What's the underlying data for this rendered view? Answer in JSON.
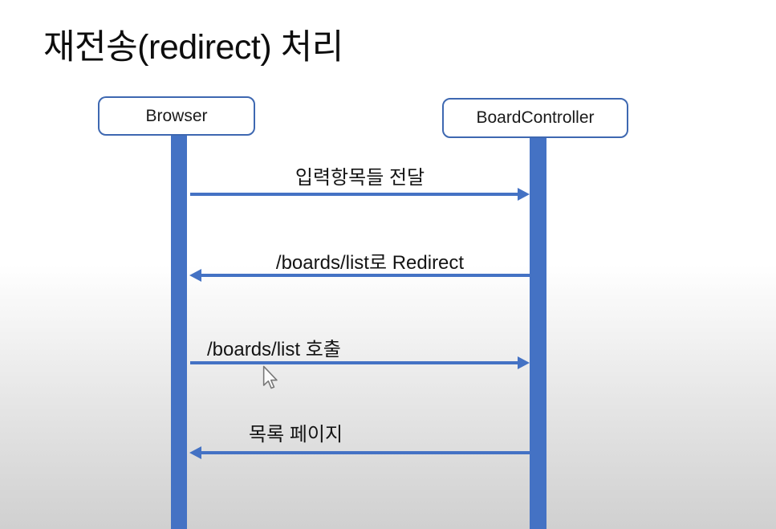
{
  "slide": {
    "title": "재전송(redirect) 처리"
  },
  "diagram": {
    "type": "sequence-diagram",
    "actors": [
      {
        "id": "browser",
        "name": "Browser"
      },
      {
        "id": "board-controller",
        "name": "BoardController"
      }
    ],
    "messages": [
      {
        "label": "입력항목들 전달",
        "from": "Browser",
        "to": "BoardController",
        "direction": "right"
      },
      {
        "label": "/boards/list로 Redirect",
        "from": "BoardController",
        "to": "Browser",
        "direction": "left"
      },
      {
        "label": "/boards/list 호출",
        "from": "Browser",
        "to": "BoardController",
        "direction": "right"
      },
      {
        "label": "목록 페이지",
        "from": "BoardController",
        "to": "Browser",
        "direction": "left"
      }
    ]
  },
  "colors": {
    "accent_blue": "#4472C4",
    "box_border_blue": "#3E68B1",
    "text": "#141414",
    "background_top": "#FFFFFF",
    "background_bottom": "#D0D0D0"
  }
}
